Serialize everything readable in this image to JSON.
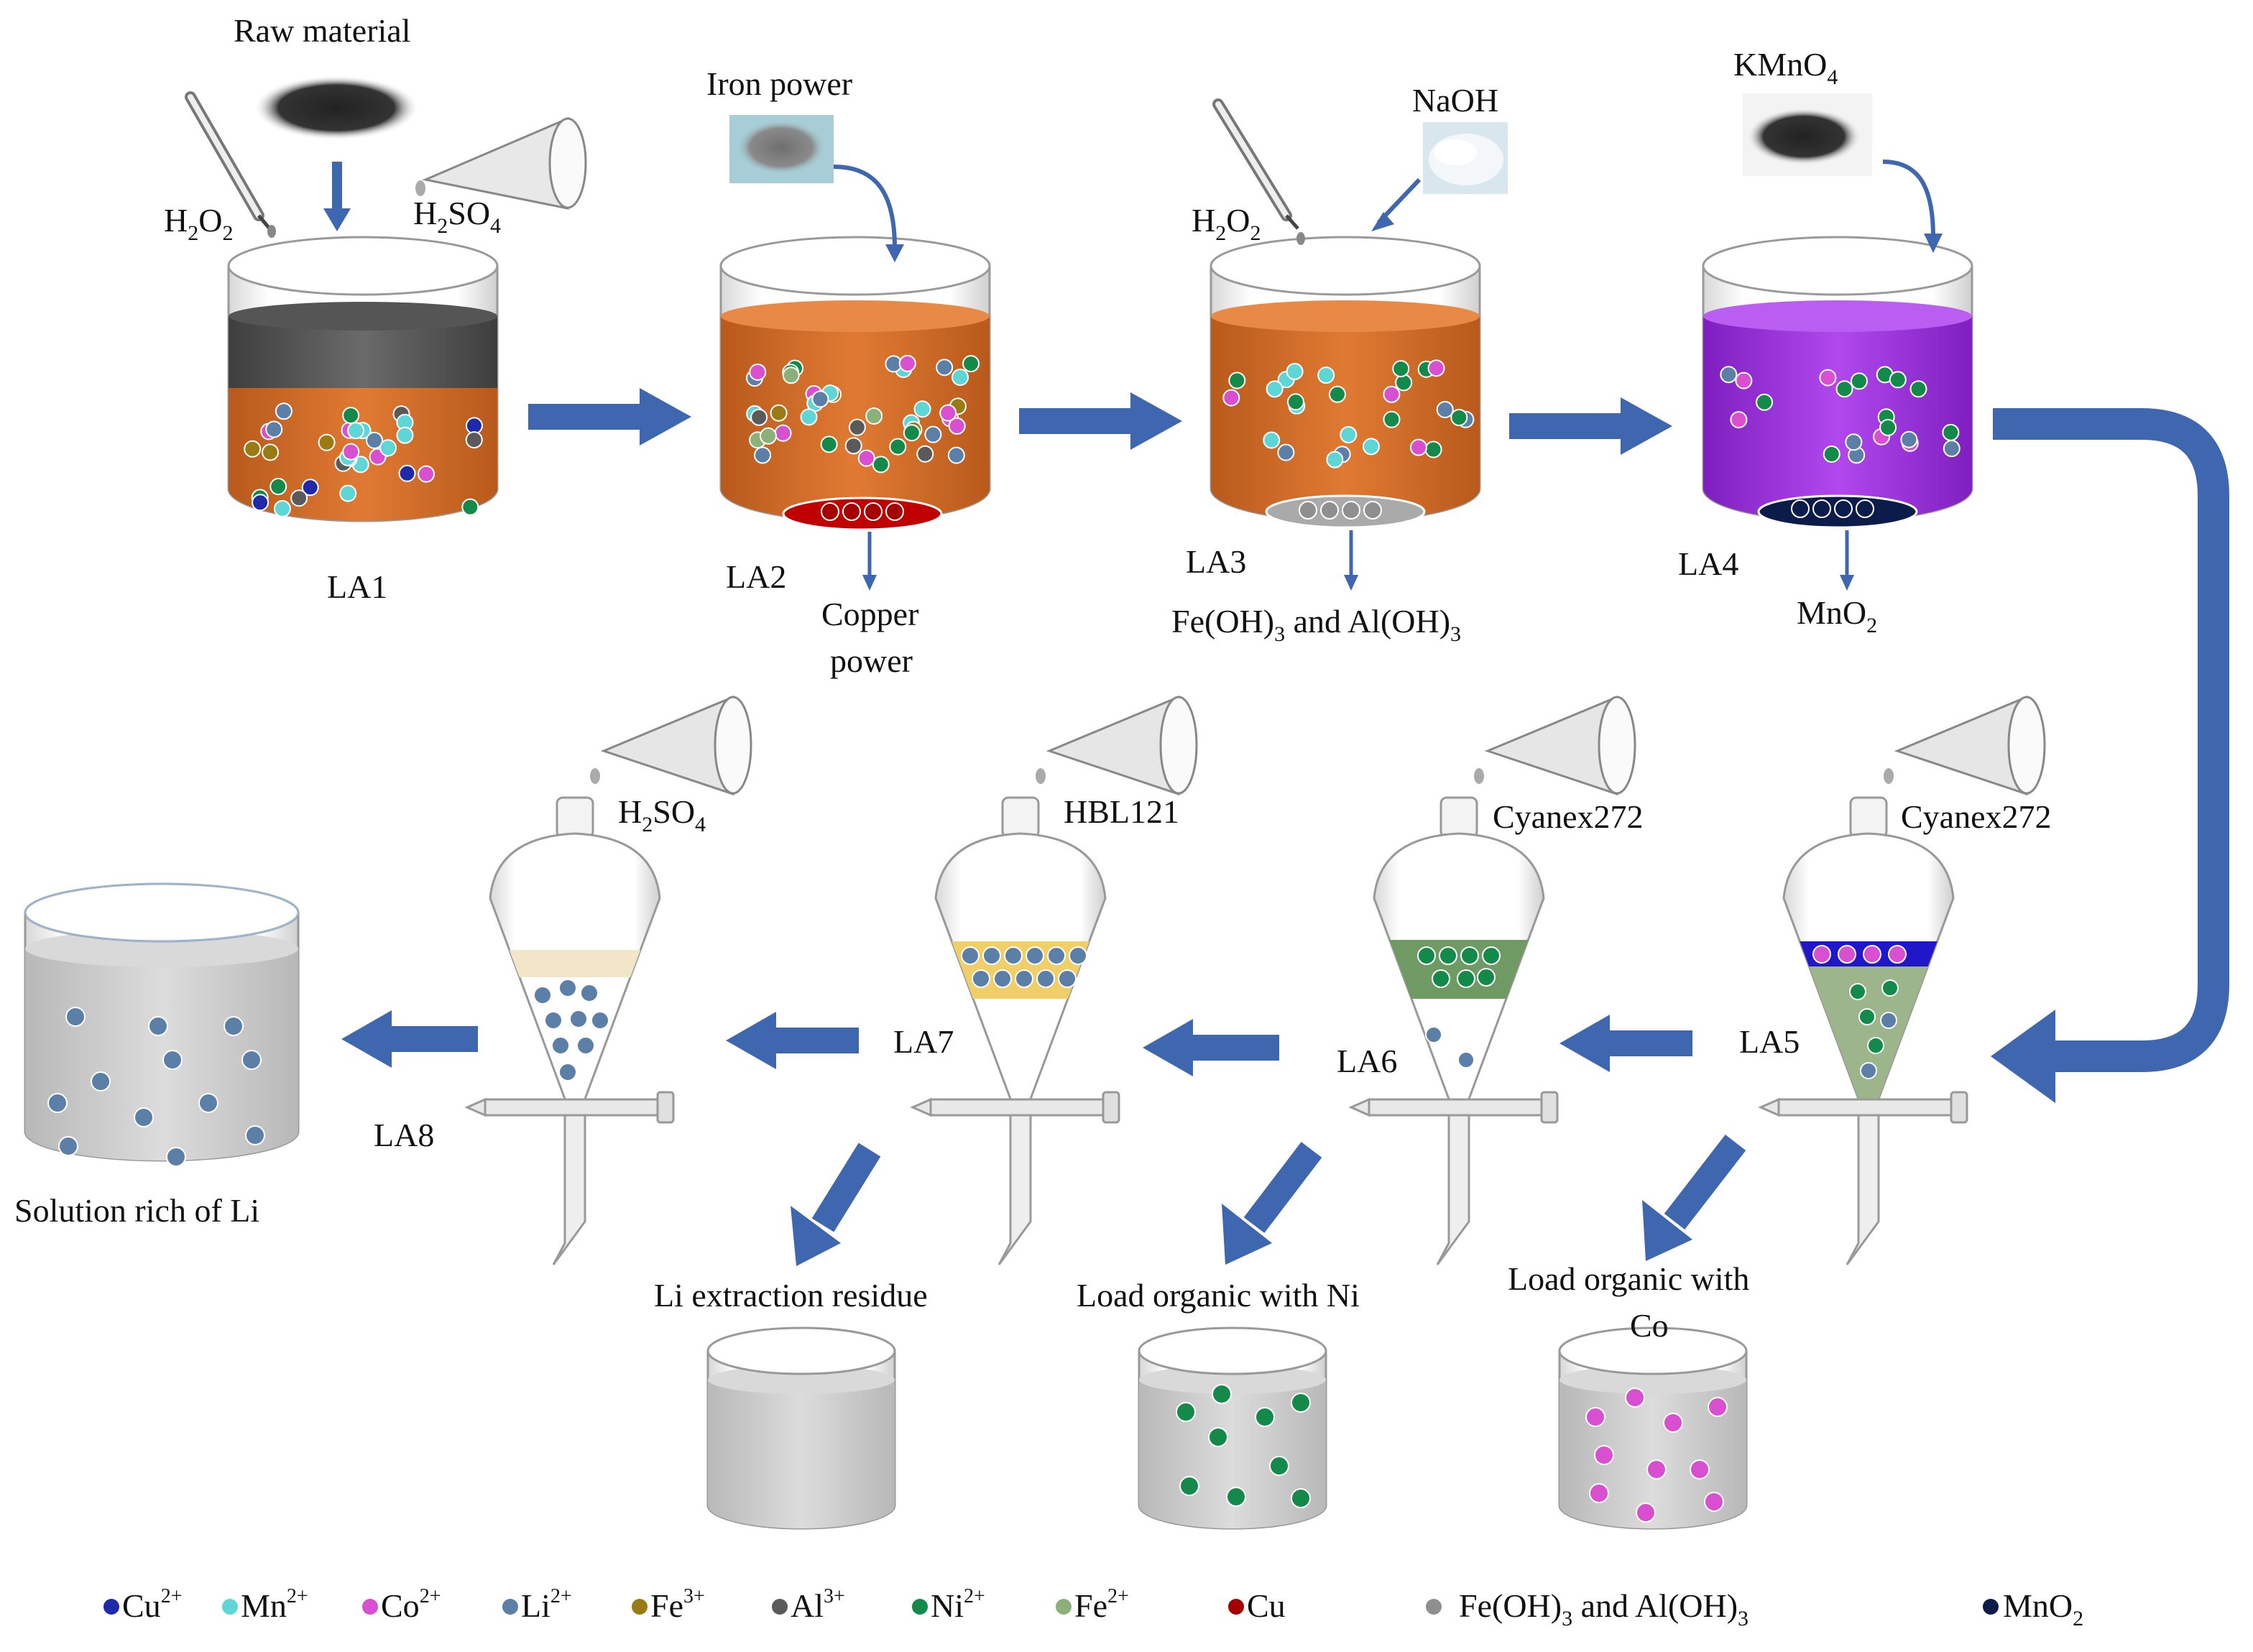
{
  "colors": {
    "cu_ion": "#1e2aa8",
    "mn_ion": "#5fd6d6",
    "co_ion": "#d84fd0",
    "li_ion": "#5b7fa6",
    "fe3_ion": "#9a7a12",
    "al_ion": "#5a5a5a",
    "ni_ion": "#138a4a",
    "fe2_ion": "#8cb07a",
    "cu_metal": "#a40000",
    "hydroxide": "#8f8f8f",
    "mno2": "#0c1c4a",
    "orange_liquid": "#d9702a",
    "purple_liquid": "#a033e0",
    "arrow": "#3f67b0",
    "gray_liquid": "#d2d2d2"
  },
  "stage1": {
    "raw_material": "Raw material",
    "h2o2_main": "H",
    "h2o2_sub": "2",
    "h2o2_main2": "O",
    "h2o2_sub2": "2",
    "h2so4_main": "H",
    "h2so4_sub": "2",
    "h2so4_main2": "SO",
    "h2so4_sub2": "4",
    "label": "LA1"
  },
  "stage2": {
    "reagent": "Iron power",
    "label": "LA2",
    "product_line1": "Copper",
    "product_line2": "power"
  },
  "stage3": {
    "reagent": "NaOH",
    "h2o2_main": "H",
    "h2o2_sub": "2",
    "h2o2_main2": "O",
    "h2o2_sub2": "2",
    "label": "LA3",
    "product_a": "Fe(OH)",
    "product_a_sub": "3",
    "product_mid": " and Al(OH)",
    "product_b_sub": "3"
  },
  "stage4": {
    "reagent_main": "KMnO",
    "reagent_sub": "4",
    "label": "LA4",
    "product_main": "MnO",
    "product_sub": "2"
  },
  "stage5": {
    "reagent": "Cyanex272",
    "label": "LA5",
    "output_line1": "Load organic with",
    "output_line2": "Co"
  },
  "stage6": {
    "reagent": "Cyanex272",
    "label": "LA6",
    "output": "Load organic with Ni"
  },
  "stage7": {
    "reagent": "HBL121",
    "label": "LA7",
    "output": "Li extraction residue"
  },
  "stage8": {
    "reagent_main": "H",
    "reagent_sub": "2",
    "reagent_main2": "SO",
    "reagent_sub2": "4",
    "label": "LA8",
    "output": "Solution rich of Li"
  },
  "legend": [
    {
      "name": "Cu",
      "charge": "2+",
      "color": "#1e2aa8"
    },
    {
      "name": "Mn",
      "charge": "2+",
      "color": "#5fd6d6"
    },
    {
      "name": "Co",
      "charge": "2+",
      "color": "#d84fd0"
    },
    {
      "name": "Li",
      "charge": "2+",
      "color": "#5b7fa6"
    },
    {
      "name": "Fe",
      "charge": "3+",
      "color": "#9a7a12"
    },
    {
      "name": "Al",
      "charge": "3+",
      "color": "#5a5a5a"
    },
    {
      "name": "Ni",
      "charge": "2+",
      "color": "#138a4a"
    },
    {
      "name": "Fe",
      "charge": "2+",
      "color": "#8cb07a"
    },
    {
      "name": "Cu",
      "charge": "",
      "color": "#a40000"
    }
  ],
  "legend_hydroxide": {
    "a": "Fe(OH)",
    "a_sub": "3",
    "mid": " and Al(OH)",
    "b_sub": "3",
    "color": "#8f8f8f"
  },
  "legend_mno2": {
    "main": "MnO",
    "sub": "2",
    "color": "#0c1c4a"
  }
}
